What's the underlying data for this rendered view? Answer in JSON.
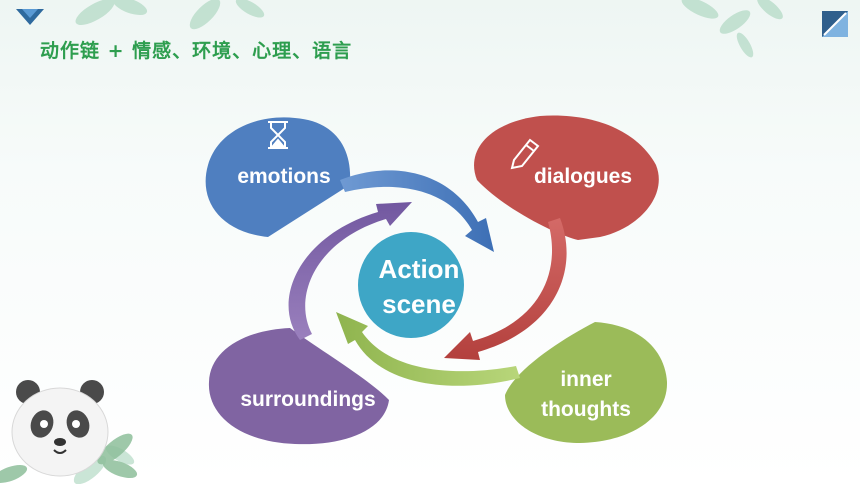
{
  "slide": {
    "title": "动作链 + 情感、环境、心理、语言"
  },
  "diagram": {
    "center": {
      "line1": "Action",
      "line2": "scene",
      "color": "#3ea6c6"
    },
    "nodes": {
      "emotions": {
        "label": "emotions",
        "color": "#4d7dbf",
        "icon": "hourglass-icon"
      },
      "dialogues": {
        "label": "dialogues",
        "color": "#c0504d",
        "icon": "pencil-icon"
      },
      "inner": {
        "line1": "inner",
        "line2": "thoughts",
        "color": "#9bbb59"
      },
      "surroundings": {
        "label": "surroundings",
        "color": "#8064a2"
      }
    }
  }
}
